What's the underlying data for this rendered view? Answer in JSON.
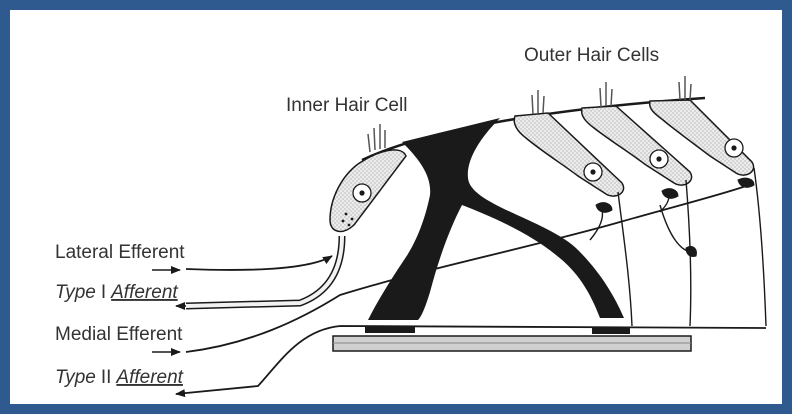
{
  "labels": {
    "outer_hair_cells": "Outer Hair Cells",
    "inner_hair_cell": "Inner Hair Cell",
    "lateral_efferent": "Lateral Efferent",
    "type1_prefix": "Type",
    "type1_numeral": "I",
    "type1_afferent": "Afferent",
    "medial_efferent": "Medial Efferent",
    "type2_prefix": "Type",
    "type2_numeral": "II",
    "type2_afferent": "Afferent"
  },
  "colors": {
    "frame": "#2f5a8f",
    "panel": "#ffffff",
    "ink": "#1a1a1a",
    "cell_fill": "#e6e6e6"
  }
}
